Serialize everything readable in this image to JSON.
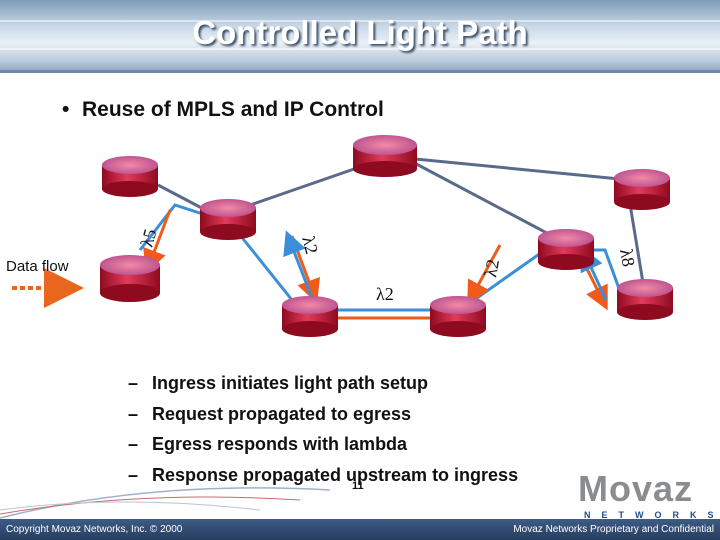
{
  "slide": {
    "title": "Controlled Light Path",
    "bullet": "Reuse of MPLS and IP Control",
    "data_flow_label": "Data flow",
    "steps": [
      "Ingress initiates light path setup",
      "Request propagated to egress",
      "Egress responds with lambda",
      "Response propagated upstream to ingress"
    ],
    "step_dash": "–",
    "page_number": "11",
    "copyright": "Copyright Movaz Networks, Inc. © 2000",
    "confidential": "Movaz Networks Proprietary and Confidential",
    "logo_text": "Movaz",
    "logo_sub": "NETWORKS"
  },
  "lambda_labels": {
    "l5": "λ5",
    "l2_left": "λ2",
    "l2_mid": "λ2",
    "l2_right": "λ2",
    "l8": "λ8"
  },
  "colors": {
    "node_top": "#e8527a",
    "node_side": "#c8102e",
    "link_gray": "#5a6a8a",
    "link_blue": "#3a8fd8",
    "arrow_orange": "#f05a1a",
    "dash_orange": "#e8661e"
  }
}
